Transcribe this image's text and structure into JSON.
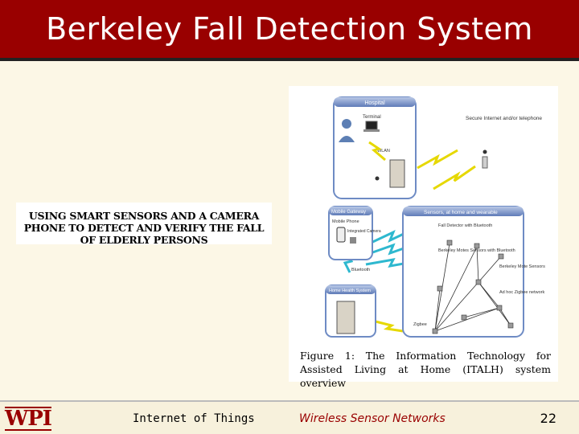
{
  "slide": {
    "title": "Berkeley Fall Detection System",
    "subtitle": "Using smart sensors and a camera phone to detect and verify the fall of elderly persons"
  },
  "figure": {
    "caption": "Figure 1: The Information Technology for Assisted Living at Home (ITALH) system overview",
    "labels": {
      "hospital": "Hospital",
      "terminal": "Terminal",
      "wlan": "WLAN",
      "secure_internet": "Secure Internet and/or telephone",
      "mobile_gateway": "Mobile Gateway",
      "mobile_phone": "Mobile Phone",
      "integrated_camera": "Integrated Camera",
      "bluetooth": "Bluetooth",
      "home_health": "Home Health System",
      "sensors": "Sensors, at home and wearable",
      "fall_detector": "Fall Detector with Bluetooth",
      "berkeley_motes_bt": "Berkeley Motes Sensors with Bluetooth",
      "berkeley_motes": "Berkeley Mote Sensors",
      "adhoc": "Ad hoc Zigbee network",
      "zigbee": "Zigbee"
    }
  },
  "footer": {
    "logo": "WPI",
    "left": "Internet of Things",
    "center": "Wireless Sensor Networks",
    "page": "22"
  },
  "colors": {
    "header_bg": "#990000",
    "slide_bg": "#fcf7e6",
    "panel_fill": "#6e8bc4",
    "bolt": "#f3e600"
  }
}
